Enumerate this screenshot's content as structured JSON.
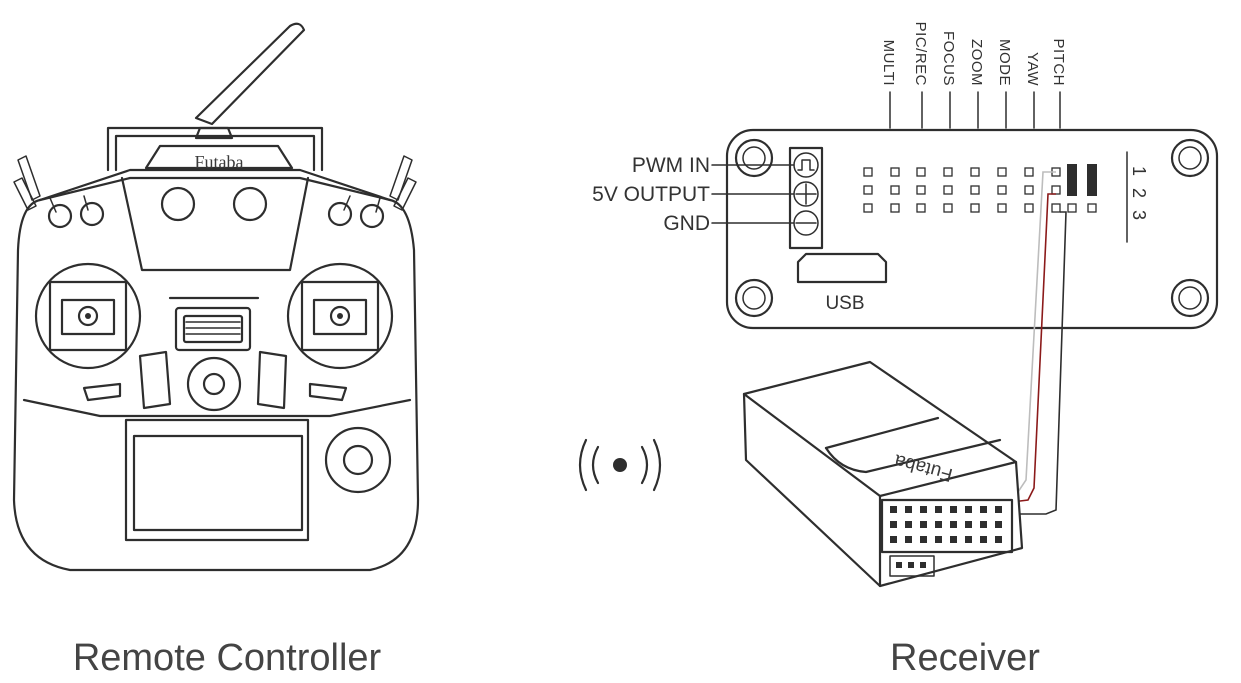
{
  "captions": {
    "remote": "Remote Controller",
    "receiver": "Receiver"
  },
  "remote": {
    "brand": "Futaba"
  },
  "receiver": {
    "brand": "Futaba"
  },
  "board": {
    "port_labels": [
      "PWM IN",
      "5V OUTPUT",
      "GND"
    ],
    "channel_labels": [
      "MULTI",
      "PIC/REC",
      "FOCUS",
      "ZOOM",
      "MODE",
      "YAW",
      "PITCH"
    ],
    "row_numbers": [
      "1",
      "2",
      "3"
    ],
    "usb_label": "USB"
  },
  "colors": {
    "line": "#2e2e2e",
    "red_wire": "#8b1a1a",
    "gray_wire": "#bdbdbd"
  },
  "icons": [
    "radio-waves-icon",
    "pwm-symbol-icon",
    "plus-symbol-icon",
    "minus-symbol-icon"
  ]
}
